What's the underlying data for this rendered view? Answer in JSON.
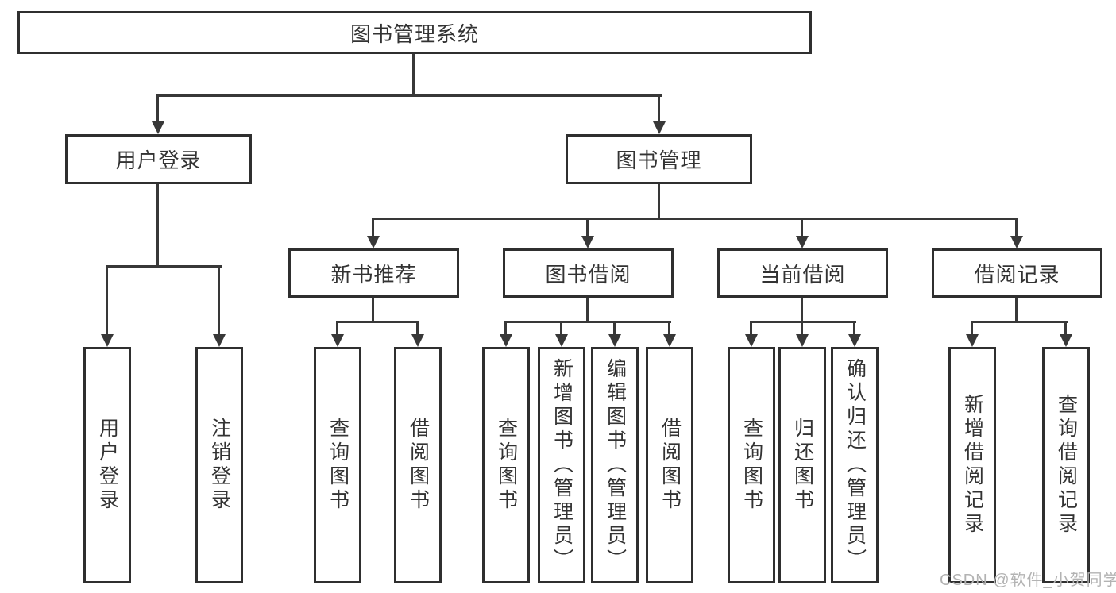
{
  "tree": {
    "root": {
      "label": "图书管理系统"
    },
    "branches": [
      {
        "label": "用户登录",
        "leaves": [
          {
            "label": "用户登录"
          },
          {
            "label": "注销登录"
          }
        ]
      },
      {
        "label": "图书管理",
        "groups": [
          {
            "label": "新书推荐",
            "leaves": [
              {
                "label": "查询图书"
              },
              {
                "label": "借阅图书"
              }
            ]
          },
          {
            "label": "图书借阅",
            "leaves": [
              {
                "label": "查询图书"
              },
              {
                "label": "新增图书（管理员）"
              },
              {
                "label": "编辑图书（管理员）"
              },
              {
                "label": "借阅图书"
              }
            ]
          },
          {
            "label": "当前借阅",
            "leaves": [
              {
                "label": "查询图书"
              },
              {
                "label": "归还图书"
              },
              {
                "label": "确认归还（管理员）"
              }
            ]
          },
          {
            "label": "借阅记录",
            "leaves": [
              {
                "label": "新增借阅记录"
              },
              {
                "label": "查询借阅记录"
              }
            ]
          }
        ]
      }
    ]
  },
  "watermark": "CSDN @软件_小贺同学",
  "colors": {
    "line": "#383838",
    "box_border": "#2f2f2f",
    "text": "#333333",
    "watermark": "#b3b3b3",
    "background": "#ffffff"
  }
}
